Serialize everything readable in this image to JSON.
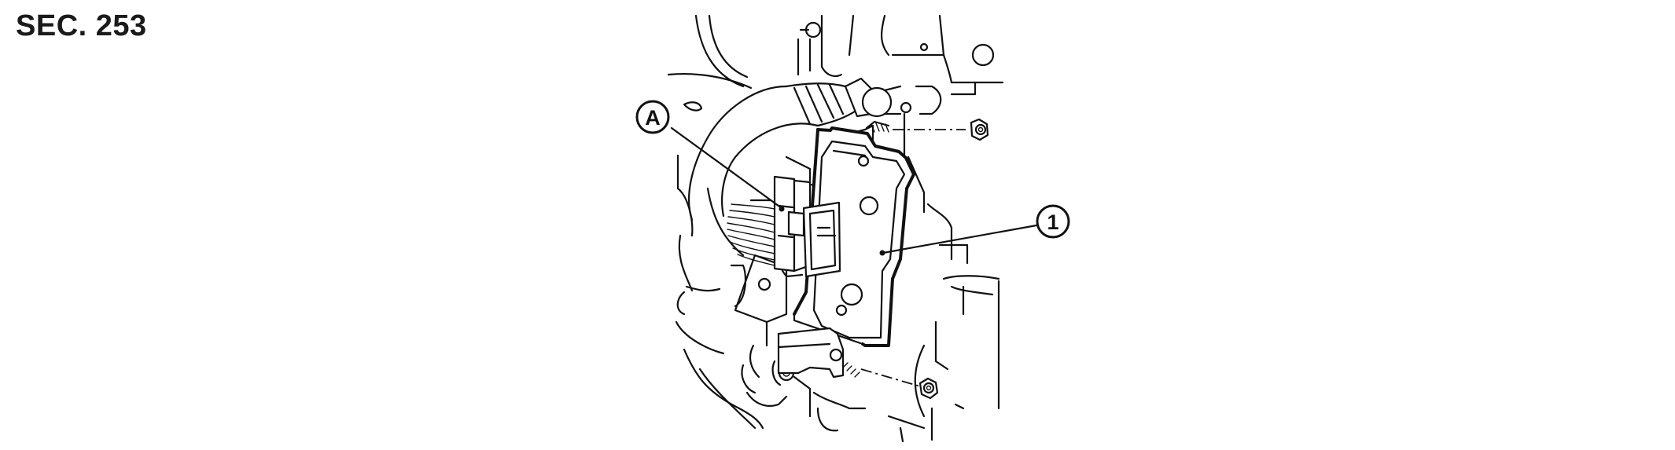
{
  "header": {
    "section_label": "SEC. 253"
  },
  "callouts": {
    "connector_label": "A",
    "unit_label": "1"
  },
  "colors": {
    "ink": "#111111",
    "background": "#ffffff"
  }
}
